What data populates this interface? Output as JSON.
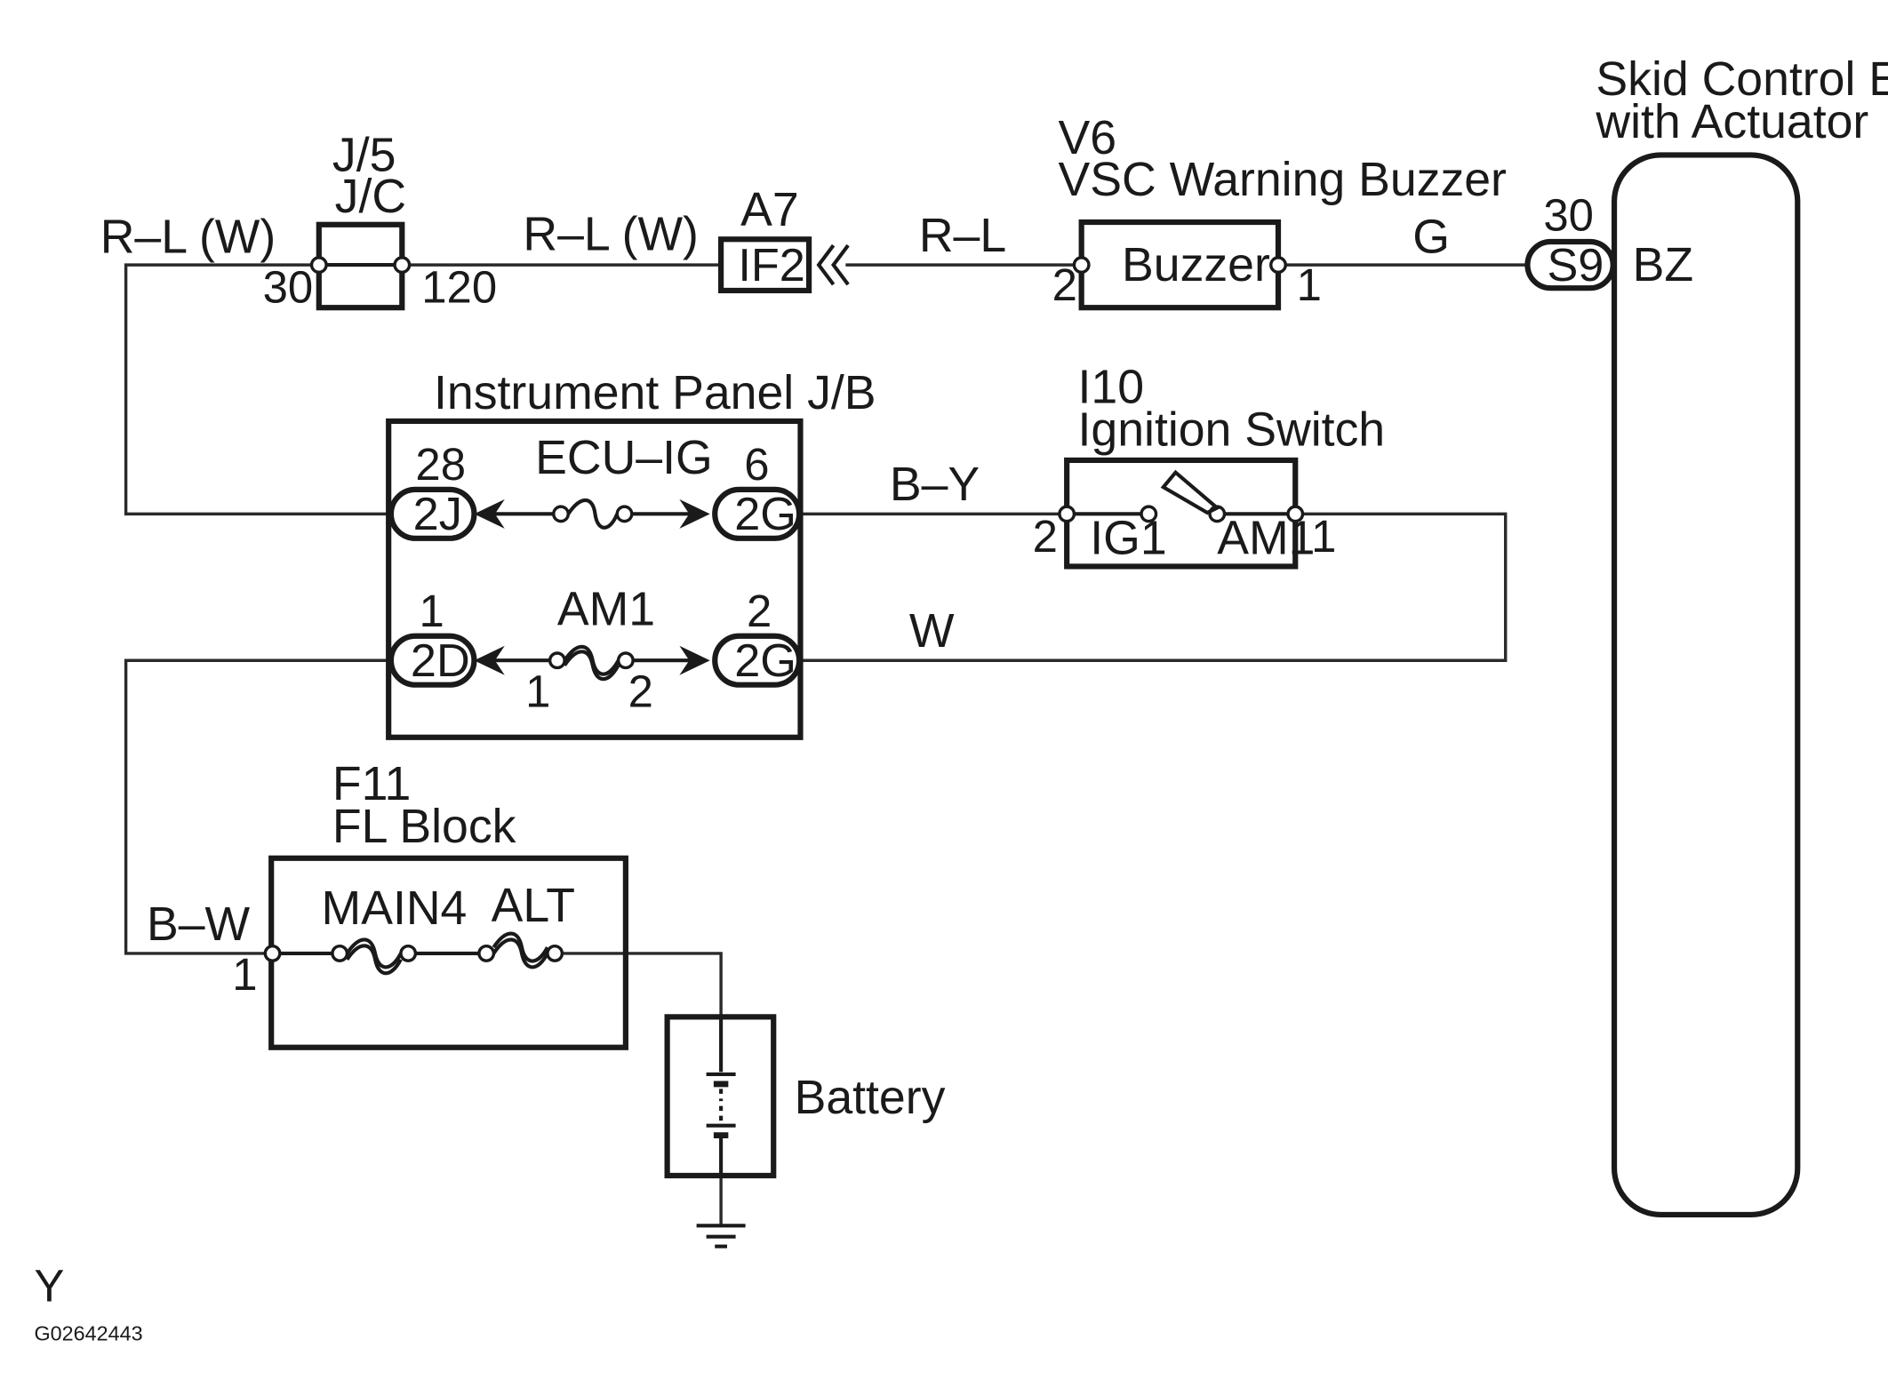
{
  "components": {
    "jc": {
      "code": "J/5",
      "name": "J/C",
      "pin_left": "30",
      "pin_right": "120"
    },
    "a7": {
      "code": "A7",
      "connector": "IF2"
    },
    "buzzer": {
      "code": "V6",
      "name": "VSC Warning Buzzer",
      "label": "Buzzer",
      "pin_left": "2",
      "pin_right": "1"
    },
    "ecu": {
      "name_line1": "Skid Control ECU",
      "name_line2": "with Actuator",
      "pin_number": "30",
      "connector": "S9",
      "terminal": "BZ"
    },
    "ip_jb": {
      "name": "Instrument Panel J/B",
      "fuse_top": "ECU–IG",
      "top_left_pin": "28",
      "top_left_conn": "2J",
      "top_right_pin": "6",
      "top_right_conn": "2G",
      "fuse_bottom": "AM1",
      "bottom_left_pin": "1",
      "bottom_left_conn": "2D",
      "bottom_right_pin": "2",
      "bottom_right_conn": "2G",
      "fuse_pin_1": "1",
      "fuse_pin_2": "2"
    },
    "ignition": {
      "code": "I10",
      "name": "Ignition Switch",
      "contact_left": "IG1",
      "contact_right": "AM1",
      "pin_left": "2",
      "pin_right": "1"
    },
    "fl_block": {
      "code": "F11",
      "name": "FL Block",
      "fuse1": "MAIN4",
      "fuse2": "ALT",
      "pin": "1"
    },
    "battery": {
      "name": "Battery"
    }
  },
  "wires": {
    "left_top": "R–L (W)",
    "mid_top": "R–L (W)",
    "a7_to_buzzer": "R–L",
    "buzzer_to_ecu": "G",
    "jb_to_ignition": "B–Y",
    "jb_to_ignition_bottom": "W",
    "fl_to_jb": "B–W"
  },
  "footer": {
    "code": "Y",
    "id": "G02642443"
  }
}
